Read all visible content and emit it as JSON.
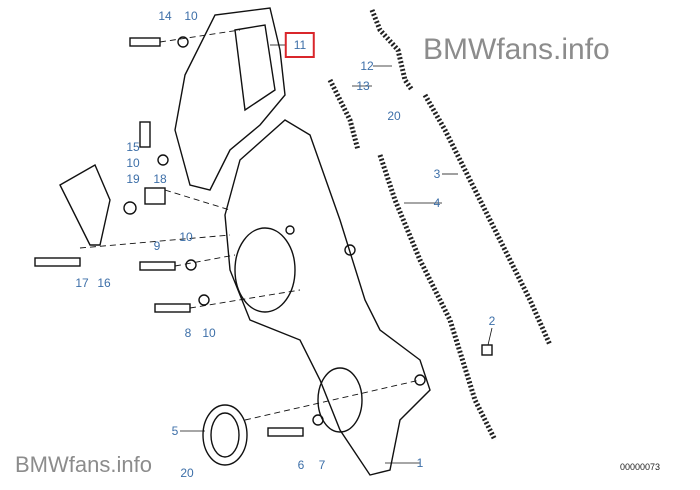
{
  "watermark": "BMWfans.info",
  "diagram_code": "00000073",
  "highlight_color": "#d9262b",
  "label_color": "#3d6fa8",
  "labels": [
    "14",
    "10",
    "11",
    "12",
    "13",
    "20",
    "3",
    "4",
    "15",
    "10",
    "19",
    "18",
    "10",
    "9",
    "17",
    "16",
    "2",
    "8",
    "10",
    "5",
    "6",
    "7",
    "20",
    "1"
  ],
  "highlighted_label": "11"
}
